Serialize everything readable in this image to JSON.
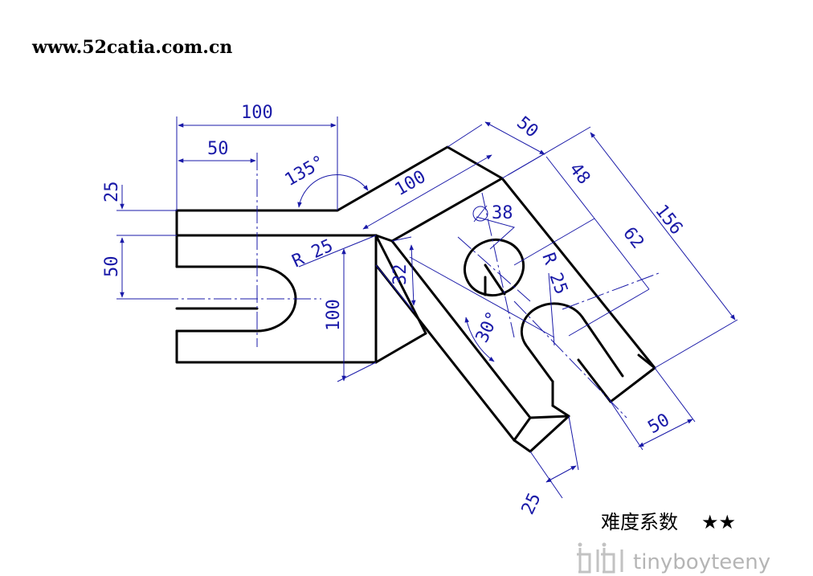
{
  "header": {
    "site_url": "www.52catia.com.cn"
  },
  "dimensions": {
    "top_width": "100",
    "slot_center_offset": "50",
    "angle_135": "135°",
    "arm_length": "100",
    "top_arm_width": "50",
    "hole_offset_48": "48",
    "slot_offset_62": "62",
    "total_length_156": "156",
    "hole_dia": "38",
    "radius_left": "R 25",
    "radius_right": "R 25",
    "left_thickness_25": "25",
    "left_slot_50": "50",
    "left_height_100": "100",
    "thickness_32": "32",
    "angle_30": "30°",
    "arm_end_50": "50",
    "arm_thickness_25": "25"
  },
  "footer": {
    "difficulty_label": "难度系数",
    "difficulty_stars": "★★",
    "watermark": "tinyboyteeny"
  },
  "colors": {
    "outline": "#000000",
    "dimension": "#1a1aa8",
    "watermark": "#b5b5b5"
  }
}
